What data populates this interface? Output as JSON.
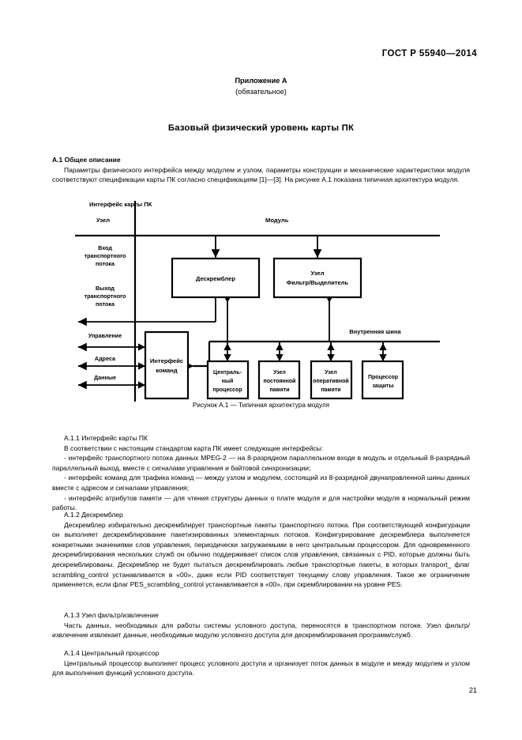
{
  "document": {
    "standard_header": "ГОСТ Р 55940—2014",
    "page_number": "21"
  },
  "appendix": {
    "line1": "Приложение А",
    "line2": "(обязательное)"
  },
  "title": "Базовый физический уровень карты ПК",
  "sections": {
    "a1": {
      "heading": "А.1  Общее описание",
      "paragraph": "Параметры физического интерфейса между модулем и узлом, параметры конструкции и механические харак­теристики модуля соответствуют спецификации карты ПК согласно спецификациям [1]—[3]. На рисунке А.1 показа­на типичная архитектура модуля."
    },
    "a11": {
      "heading": "А.1.1  Интерфейс карты ПК",
      "intro": "В соответствии с настоящим стандартом карта ПК имеет следующие интерфейсы:",
      "bullet1": "- интерфейс транспортного потока данных MPEG-2 — на 8-разрядном параллельном входе в модуль и отдельный 8-разрядный параллельный выход, вместе с сигналами управления и байтовой синхронизации;",
      "bullet2": "- интерфейс команд для трафика команд — между узлом и модулем, состоящий из 8-разрядной двунаправ­ленной шины данных вместе с адресом и сигналами управления;",
      "bullet3": "- интерфейс атрибутов памяти — для чтения структуры данных о плате модуля и для настройки модуля в нор­мальный режим работы."
    },
    "a12": {
      "heading": "А.1.2  Дескремблер",
      "paragraph": "Дескремблер избирательно дескремблирует транспортные пакеты транспортного потока. При соответствую­щей конфигурации он выполняет дескремблирование пакетизированных элементарных потоков. Конфигурирова­ние дескремблера выполняется конкретными значениями слов управления, периодически загружаемыми в него центральным процессором. Для одновременного дескремблирования нескольких служб он обычно поддерживает список слов управления, связанных с PID, которые должны быть дескремблированы. Дескремблер не будет пытать­ся дескремблировать любые транспортные пакеты, в которых transport_ флаг scrambling_control устанавливается в «00», даже если PID соответствует текущему слову управления. Такое же ограничение применяется, если флаг PES_scrambling_control устанавливается в «00», при скремблировании на уровне PES."
    },
    "a13": {
      "heading": "А.1.3  Узел фильтр/извлечение",
      "paragraph": "Часть данных, необходимых для работы системы условного доступа, переносятся в транспортном потоке. Узел фильтр/извлечение извлекает данные, необходимые модулю условного доступа для дескремблирования про­грамм/служб."
    },
    "a14": {
      "heading": "А.1.4  Центральный процессор",
      "paragraph": "Центральный процессор выполняет процесс условного доступа и организует поток данных в модуле и между модулем и узлом для выполнения функций условного доступа."
    }
  },
  "figure": {
    "caption": "Рисунок А.1 — Типичная архитектура модуля",
    "interface_label": "Интерфейс карты ПК",
    "side_labels": {
      "left": "Узел",
      "right": "Модуль"
    },
    "bus_label": "Внутренняя шина",
    "signal_labels": [
      "Вход транспортного потока",
      "Выход транспортного потока",
      "Управление",
      "Адреса",
      "Данные"
    ],
    "boxes": {
      "descrambler": "Дескремблер",
      "filter_node_l1": "Узел",
      "filter_node_l2": "Фильтр/Выделитель",
      "command_interface_l1": "Интерфейс",
      "command_interface_l2": "команд",
      "cpu_l1": "Централь-",
      "cpu_l2": "ный",
      "cpu_l3": "процессор",
      "rom_l1": "Узел",
      "rom_l2": "постоянной",
      "rom_l3": "памяти",
      "ram_l1": "Узел",
      "ram_l2": "оперативной",
      "ram_l3": "памяти",
      "secproc_l1": "Процессор",
      "secproc_l2": "защиты"
    }
  },
  "colors": {
    "ink": "#000000",
    "paper": "#ffffff"
  }
}
